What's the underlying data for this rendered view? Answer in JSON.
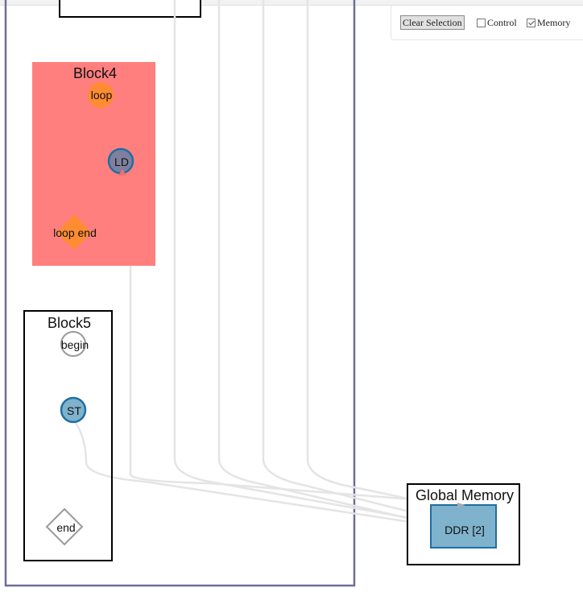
{
  "controls": {
    "clear_selection_label": "Clear Selection",
    "control_label": "Control",
    "control_checked": false,
    "memory_label": "Memory",
    "memory_checked": true
  },
  "blocks": {
    "block4": {
      "title": "Block4",
      "fill": "#ff7f7f"
    },
    "block5": {
      "title": "Block5"
    },
    "global_memory": {
      "title": "Global Memory"
    }
  },
  "nodes": {
    "loop": {
      "label": "loop",
      "color": "#ff8c33"
    },
    "ld": {
      "label": "LD",
      "color": "#7f7f9f",
      "stroke": "#1f6fa0"
    },
    "loop_end": {
      "label": "loop end",
      "color": "#ff8c33"
    },
    "begin": {
      "label": "begin"
    },
    "st": {
      "label": "ST",
      "color": "#7fb2cc",
      "stroke": "#1f6fa0"
    },
    "end": {
      "label": "end"
    },
    "ddr": {
      "label": "DDR [2]",
      "color": "#7fb2cc",
      "stroke": "#1f6fa0"
    }
  },
  "colors": {
    "outer_frame": "#6e6e99",
    "edge": "#e6e6e6"
  }
}
